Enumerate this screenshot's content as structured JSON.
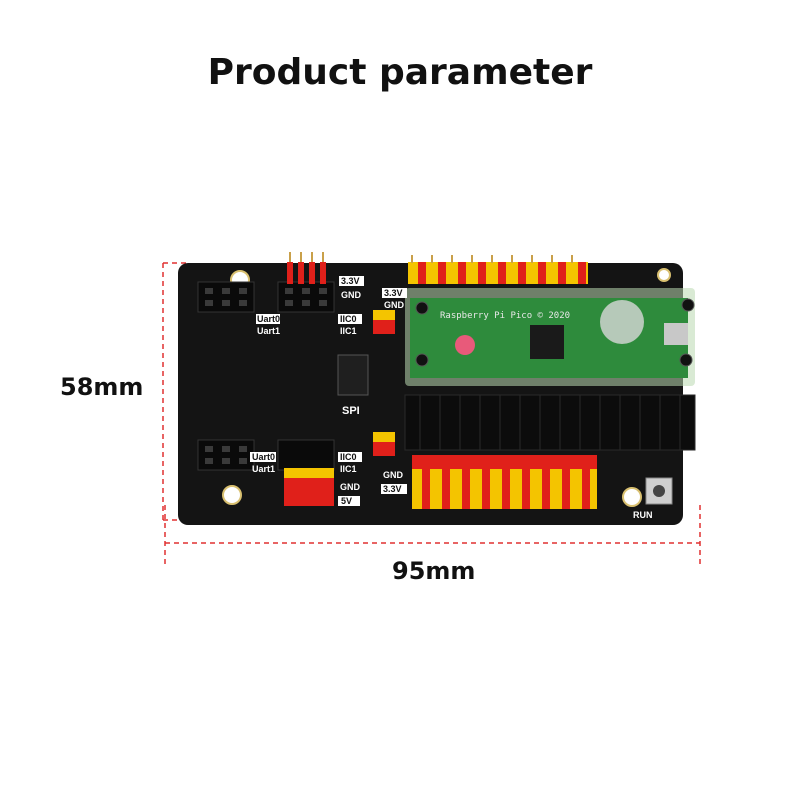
{
  "title": "Product parameter",
  "dimensions": {
    "height": "58mm",
    "width": "95mm"
  },
  "board": {
    "pico_silkscreen": "Raspberry Pi Pico © 2020",
    "labels": {
      "v33_top": "3.3V",
      "gnd_top": "GND",
      "v33_mid": "3.3V",
      "gnd_mid": "GND",
      "uart0_top": "Uart0",
      "uart1_top": "Uart1",
      "iic0_top": "IIC0",
      "iic1_top": "IIC1",
      "spi": "SPI",
      "uart0_bot": "Uart0",
      "uart1_bot": "Uart1",
      "iic0_bot": "IIC0",
      "iic1_bot": "IIC1",
      "gnd_bot": "GND",
      "v5_bot": "5V",
      "v33_bot": "3.3V",
      "gnd_bot2": "GND",
      "run": "RUN"
    }
  },
  "colors": {
    "board": "#141414",
    "pin_red": "#e0201a",
    "pin_yellow": "#f4c400",
    "pico_green": "#2e8b3c",
    "dimension_line": "#e03030"
  }
}
